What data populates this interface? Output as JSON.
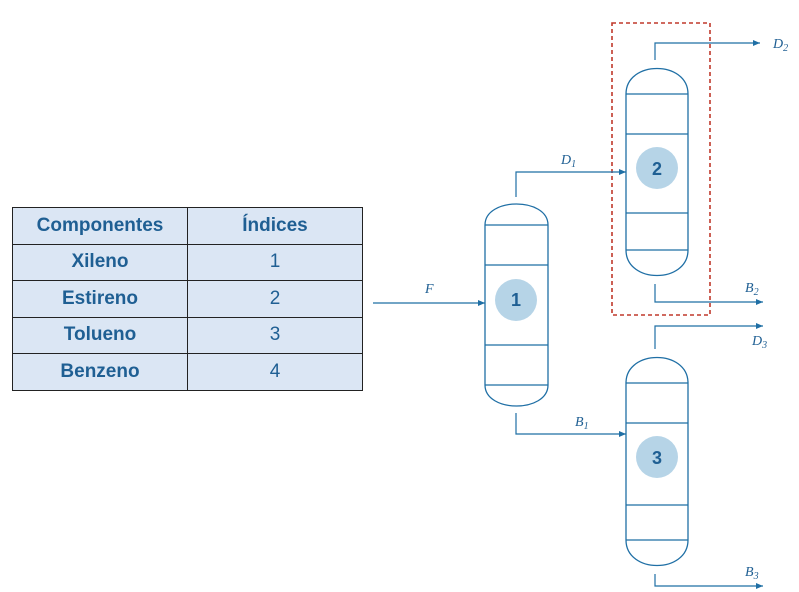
{
  "table": {
    "headers": [
      "Componentes",
      "Índices"
    ],
    "rows": [
      {
        "name": "Xileno",
        "index": "1"
      },
      {
        "name": "Estireno",
        "index": "2"
      },
      {
        "name": "Tolueno",
        "index": "3"
      },
      {
        "name": "Benzeno",
        "index": "4"
      }
    ]
  },
  "diagram": {
    "columns": [
      {
        "number": "1"
      },
      {
        "number": "2"
      },
      {
        "number": "3"
      }
    ],
    "streams": {
      "feed": "F",
      "d1": {
        "main": "D",
        "sub": "1"
      },
      "d2": {
        "main": "D",
        "sub": "2"
      },
      "d3": {
        "main": "D",
        "sub": "3"
      },
      "b1": {
        "main": "B",
        "sub": "1"
      },
      "b2": {
        "main": "B",
        "sub": "2"
      },
      "b3": {
        "main": "B",
        "sub": "3"
      }
    },
    "colors": {
      "line": "#1f6fa5",
      "badge": "#a9cce3",
      "highlight_box": "#c0392b",
      "table_fill": "#dbe6f4",
      "text": "#1f5f93"
    }
  }
}
